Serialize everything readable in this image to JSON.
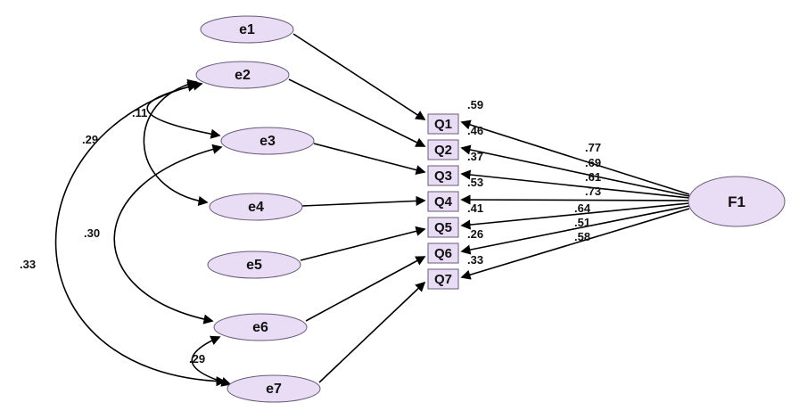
{
  "diagram": {
    "type": "sem-path-diagram",
    "colors": {
      "node_fill": "#e9dcf5",
      "node_stroke": "#6a5a78",
      "arrow": "#000000"
    },
    "errors": [
      {
        "label": "e1"
      },
      {
        "label": "e2"
      },
      {
        "label": "e3"
      },
      {
        "label": "e4"
      },
      {
        "label": "e5"
      },
      {
        "label": "e6"
      },
      {
        "label": "e7"
      }
    ],
    "indicators": [
      {
        "label": "Q1",
        "smc": ".59"
      },
      {
        "label": "Q2",
        "smc": ".46"
      },
      {
        "label": "Q3",
        "smc": ".37"
      },
      {
        "label": "Q4",
        "smc": ".53"
      },
      {
        "label": "Q5",
        "smc": ".41"
      },
      {
        "label": "Q6",
        "smc": ".26"
      },
      {
        "label": "Q7",
        "smc": ".33"
      }
    ],
    "factor": {
      "label": "F1"
    },
    "loadings": [
      ".77",
      ".69",
      ".61",
      ".73",
      ".64",
      ".51",
      ".58"
    ],
    "covariances": [
      {
        "between": "e2-e3",
        "value": ".11"
      },
      {
        "between": "e2-e4",
        "value": ".29"
      },
      {
        "between": "e3-e6",
        "value": ".30"
      },
      {
        "between": "e2-e7",
        "value": ".33"
      },
      {
        "between": "e6-e7",
        "value": ".29"
      }
    ]
  }
}
